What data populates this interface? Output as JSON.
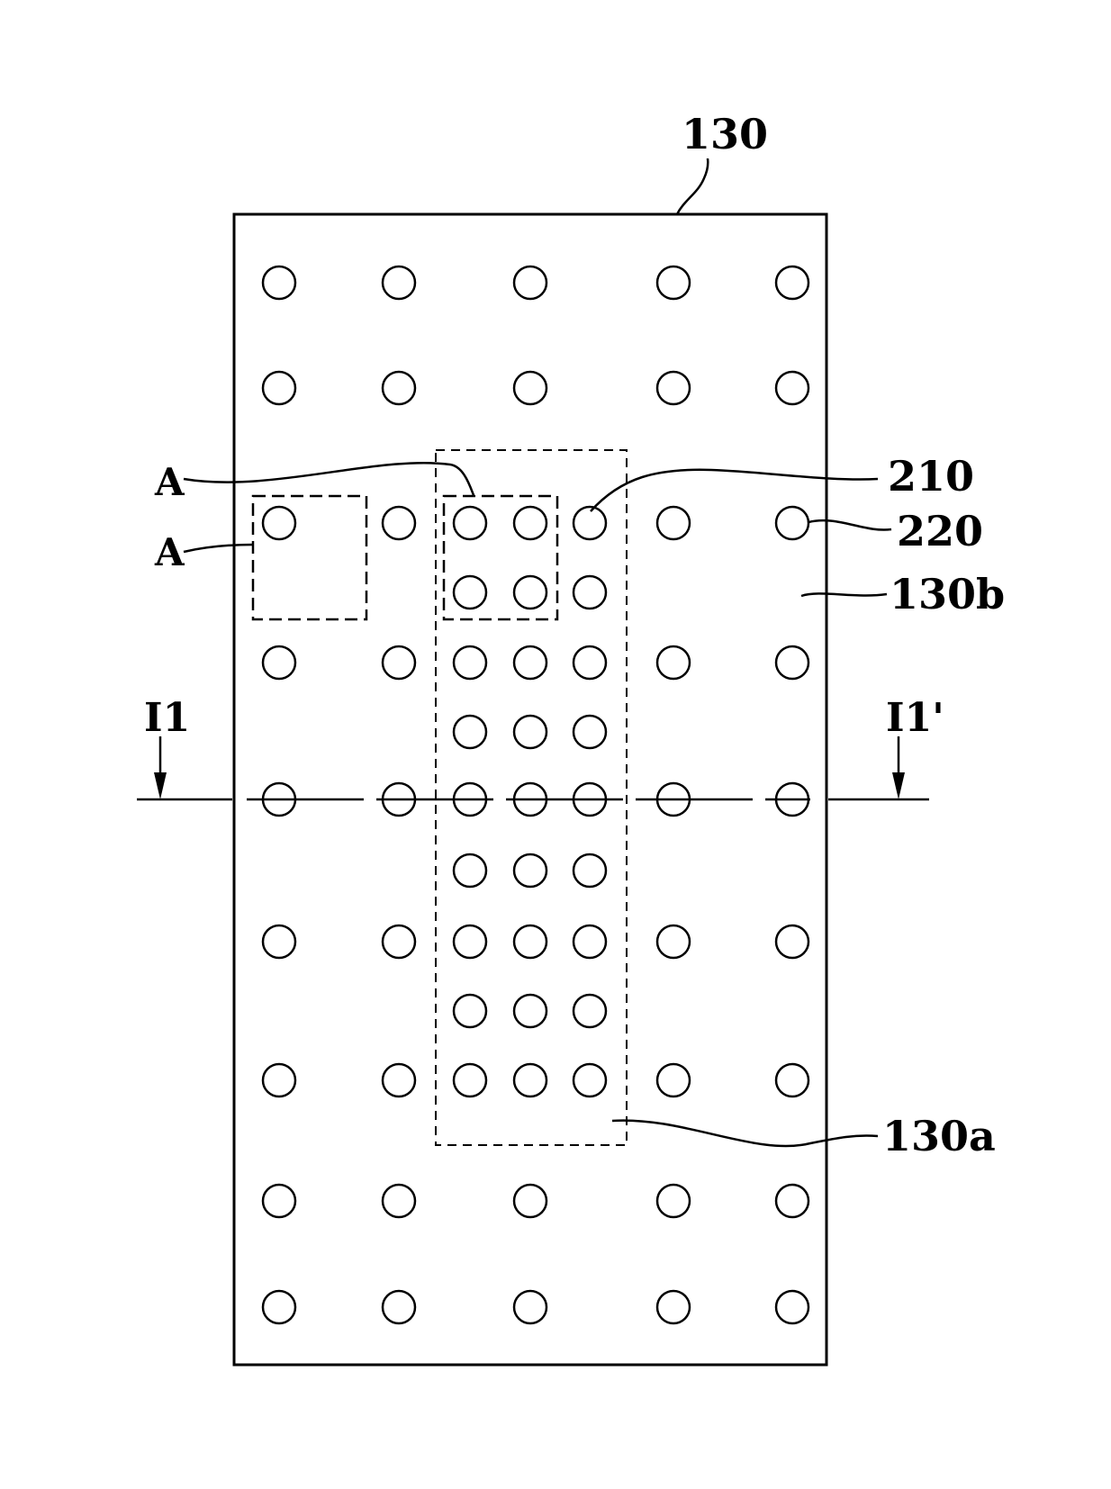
{
  "labels": {
    "plate": "130",
    "region_a_left": "A",
    "region_a_top": "A",
    "inner_via": "210",
    "outer_via": "220",
    "outer_region": "130b",
    "inner_region": "130a",
    "section_left": "I1",
    "section_right": "I1'"
  },
  "colors": {
    "stroke": "#000000",
    "background": "#ffffff"
  }
}
